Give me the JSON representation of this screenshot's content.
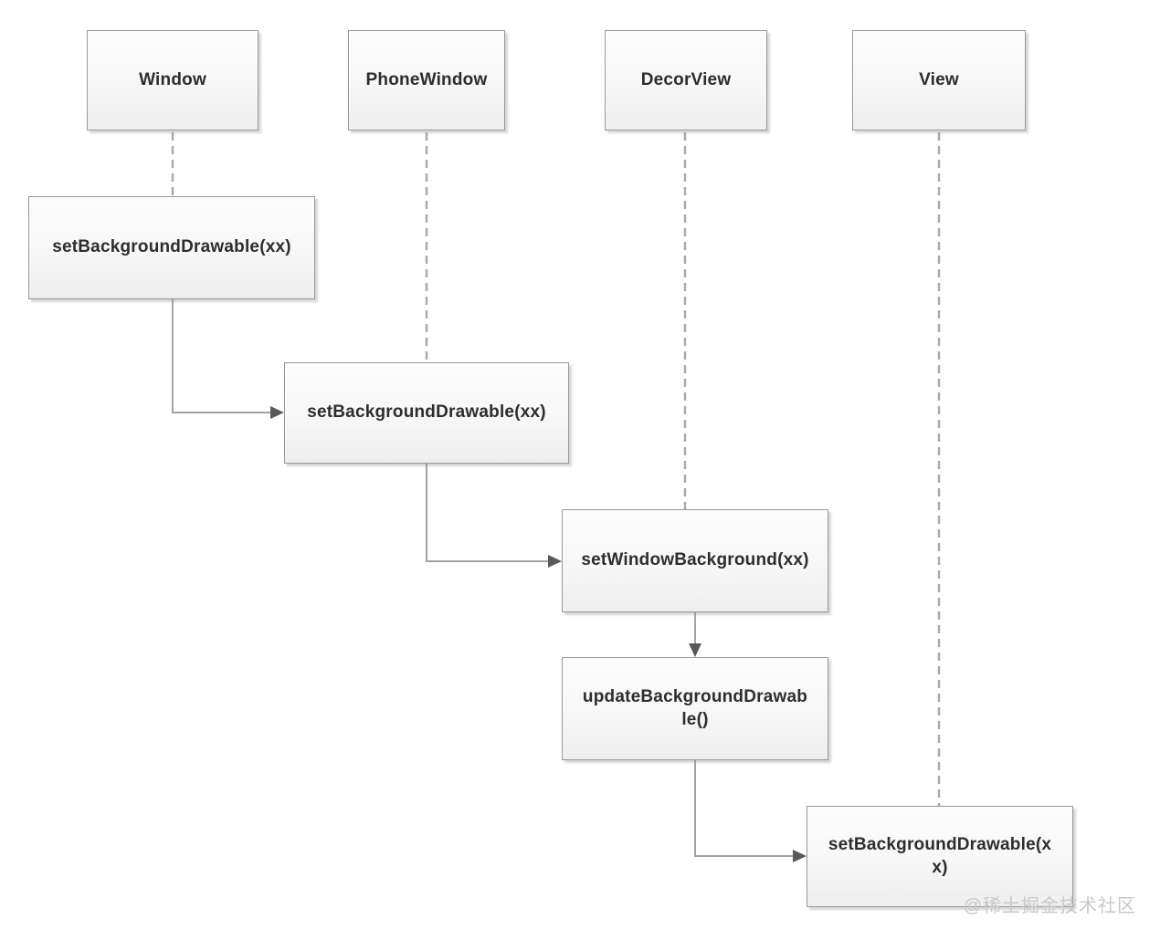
{
  "diagram": {
    "headers": [
      {
        "label": "Window"
      },
      {
        "label": "PhoneWindow"
      },
      {
        "label": "DecorView"
      },
      {
        "label": "View"
      }
    ],
    "calls": [
      {
        "label": "setBackgroundDrawable(xx)"
      },
      {
        "label": "setBackgroundDrawable(xx)"
      },
      {
        "label": "setWindowBackground(xx)"
      },
      {
        "label": "updateBackgroundDrawab\nle()"
      },
      {
        "label": "setBackgroundDrawable(x\nx)"
      }
    ],
    "colors": {
      "box_border": "#97989a",
      "box_fill_top": "#fcfcfc",
      "box_fill_bottom": "#eeeeef",
      "lifeline": "#a9aaac",
      "connector": "#a2a3a5",
      "arrowhead": "#58595b",
      "text": "#2c2d2f",
      "watermark": "#c7c8ca"
    }
  },
  "watermark": {
    "text": "@稀土掘金技术社区"
  }
}
